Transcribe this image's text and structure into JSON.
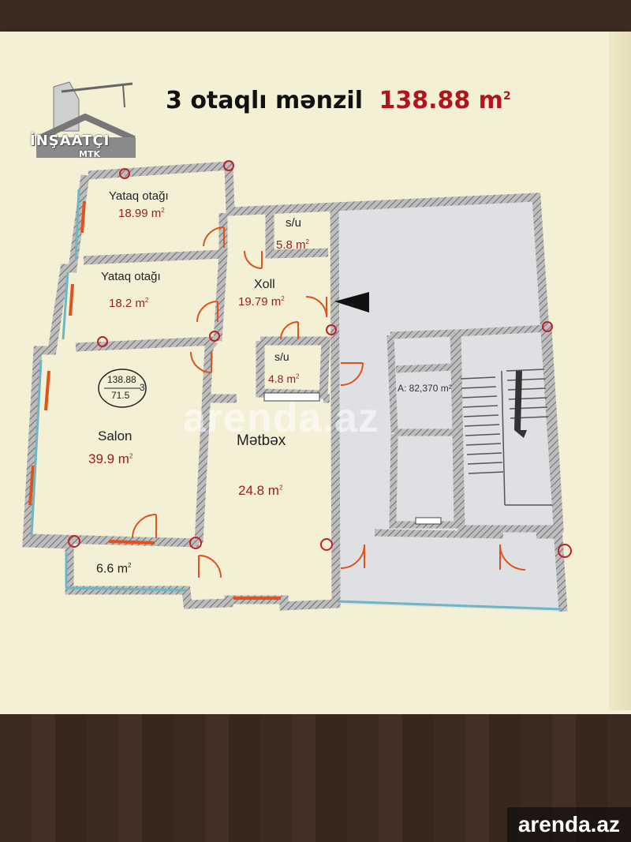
{
  "header": {
    "title": "3 otaqlı mənzil",
    "area": "138.88 m",
    "area_sup": "2"
  },
  "logo": {
    "name": "İNŞAATÇI",
    "sub": "MTK",
    "icon": "crane-building-icon"
  },
  "rooms": [
    {
      "label": "Yataq otağı",
      "area": "18.99 m",
      "sup": "2"
    },
    {
      "label": "Yataq otağı",
      "area": "18.2 m",
      "sup": "2"
    },
    {
      "label": "Salon",
      "area": "39.9 m",
      "sup": "2"
    },
    {
      "label": "Xoll",
      "area": "19.79 m",
      "sup": "2"
    },
    {
      "label": "s/u",
      "area": "5.8 m",
      "sup": "2"
    },
    {
      "label": "s/u",
      "area": "4.8 m",
      "sup": "2"
    },
    {
      "label": "Mətbəx",
      "area": "24.8 m",
      "sup": "2"
    },
    {
      "label": "",
      "area": "6.6 m",
      "sup": "2"
    }
  ],
  "unit_badge": {
    "top": "138.88",
    "bottom": "71.5",
    "number": "3"
  },
  "stair_area": "A: 82,370 m²",
  "watermark": "arenda.az",
  "footer_watermark": "arenda.az",
  "colors": {
    "accent": "#b3141b",
    "wall": "#8a8a8a",
    "door": "#e0531a",
    "paper": "#f3f0d6",
    "common": "#dfe0e4"
  }
}
